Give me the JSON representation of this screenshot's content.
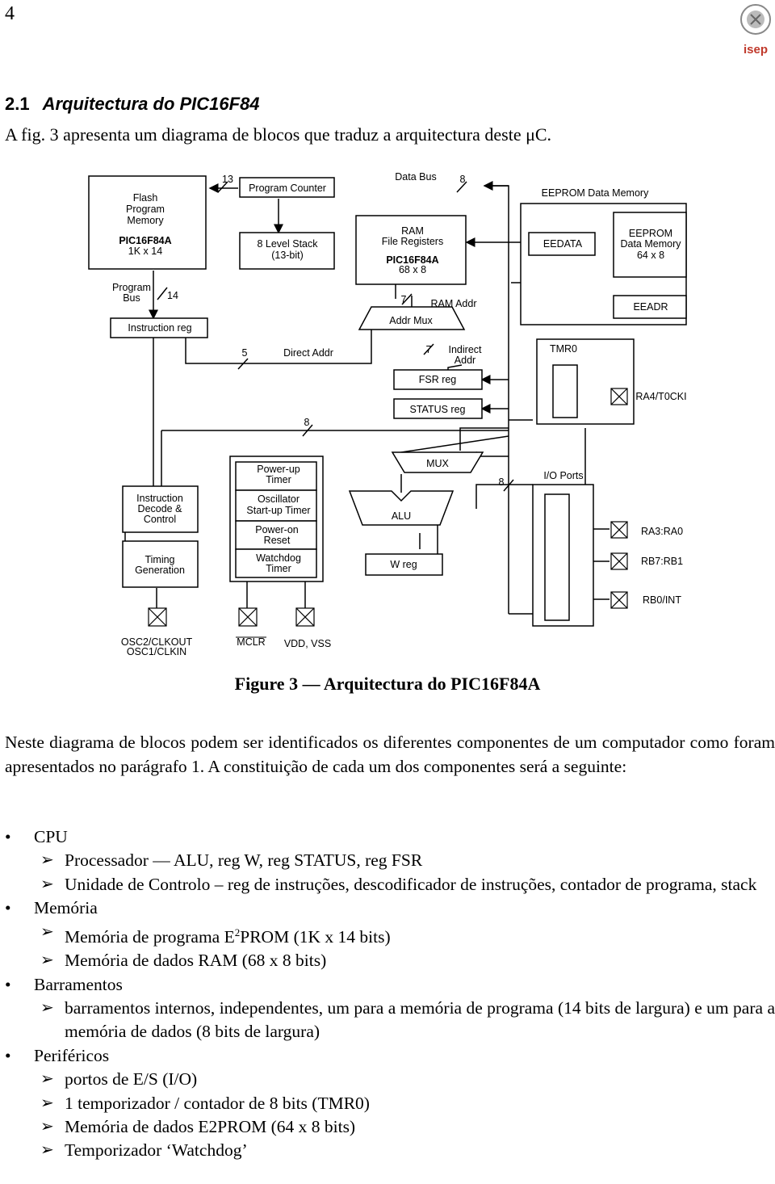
{
  "page": {
    "number": "4"
  },
  "logo": {
    "text": "isep"
  },
  "section": {
    "number": "2.1",
    "title": "Arquitectura do PIC16F84"
  },
  "intro": "A fig. 3 apresenta um diagrama de blocos que traduz a arquitectura deste μC.",
  "diagram": {
    "flash": [
      "Flash",
      "Program",
      "Memory"
    ],
    "flash_chip": "PIC16F84A",
    "flash_size": "1K x 14",
    "program_counter": "Program Counter",
    "pc_width": "13",
    "data_bus": "Data Bus",
    "data_bus_width": "8",
    "eeprom_title": "EEPROM Data Memory",
    "stack": [
      "8 Level Stack",
      "(13-bit)"
    ],
    "ram": [
      "RAM",
      "File Registers"
    ],
    "ram_chip": "PIC16F84A",
    "ram_size": "68 x 8",
    "eedata": "EEDATA",
    "eeprom_block": [
      "EEPROM",
      "Data Memory",
      "64 x 8"
    ],
    "program_bus": [
      "Program",
      "Bus"
    ],
    "program_bus_width": "14",
    "ram_addr_width": "7",
    "ram_addr": "RAM Addr",
    "eeadr": "EEADR",
    "instruction_reg": "Instruction reg",
    "addr_mux": "Addr Mux",
    "direct_addr_width": "5",
    "direct_addr": "Direct Addr",
    "indirect_width": "7",
    "indirect_addr": [
      "Indirect",
      "Addr"
    ],
    "tmr0": "TMR0",
    "fsr": "FSR reg",
    "ra4": "RA4/T0CKI",
    "status": "STATUS reg",
    "bus8a": "8",
    "mux": "MUX",
    "bus8b": "8",
    "io_ports": "I/O Ports",
    "timer_blocks": [
      [
        "Power-up",
        "Timer"
      ],
      [
        "Oscillator",
        "Start-up Timer"
      ],
      [
        "Power-on",
        "Reset"
      ],
      [
        "Watchdog",
        "Timer"
      ]
    ],
    "decode": [
      "Instruction",
      "Decode &",
      "Control"
    ],
    "timing": [
      "Timing",
      "Generation"
    ],
    "alu": "ALU",
    "wreg": "W reg",
    "ra3": "RA3:RA0",
    "rb7": "RB7:RB1",
    "rb0": "RB0/INT",
    "osc": [
      "OSC2/CLKOUT",
      "OSC1/CLKIN"
    ],
    "mclr": "MCLR",
    "vdd": "VDD, VSS"
  },
  "caption": "Figure 3 — Arquitectura do PIC16F84A",
  "paragraph": "Neste diagrama de blocos podem ser identificados os diferentes componentes de um computador como foram apresentados no parágrafo 1. A constituição de cada um dos componentes será a seguinte:",
  "list": [
    {
      "label": "CPU",
      "items": [
        "Processador — ALU, reg W, reg STATUS, reg FSR",
        "Unidade de Controlo – reg  de instruções, descodificador de instruções, contador de programa, stack"
      ]
    },
    {
      "label": "Memória",
      "items": [
        {
          "pre": "Memória de programa E",
          "sup": "2",
          "post": "PROM (1K x 14 bits)"
        },
        "Memória de dados RAM (68 x 8 bits)"
      ]
    },
    {
      "label": "Barramentos",
      "items": [
        "barramentos internos, independentes, um para a memória de programa (14 bits de largura) e um para a memória de dados (8 bits de largura)"
      ]
    },
    {
      "label": "Periféricos",
      "items": [
        "portos de E/S (I/O)",
        "1 temporizador / contador de 8 bits (TMR0)",
        "Memória de dados E2PROM (64 x 8 bits)",
        "Temporizador ‘Watchdog’"
      ]
    }
  ]
}
